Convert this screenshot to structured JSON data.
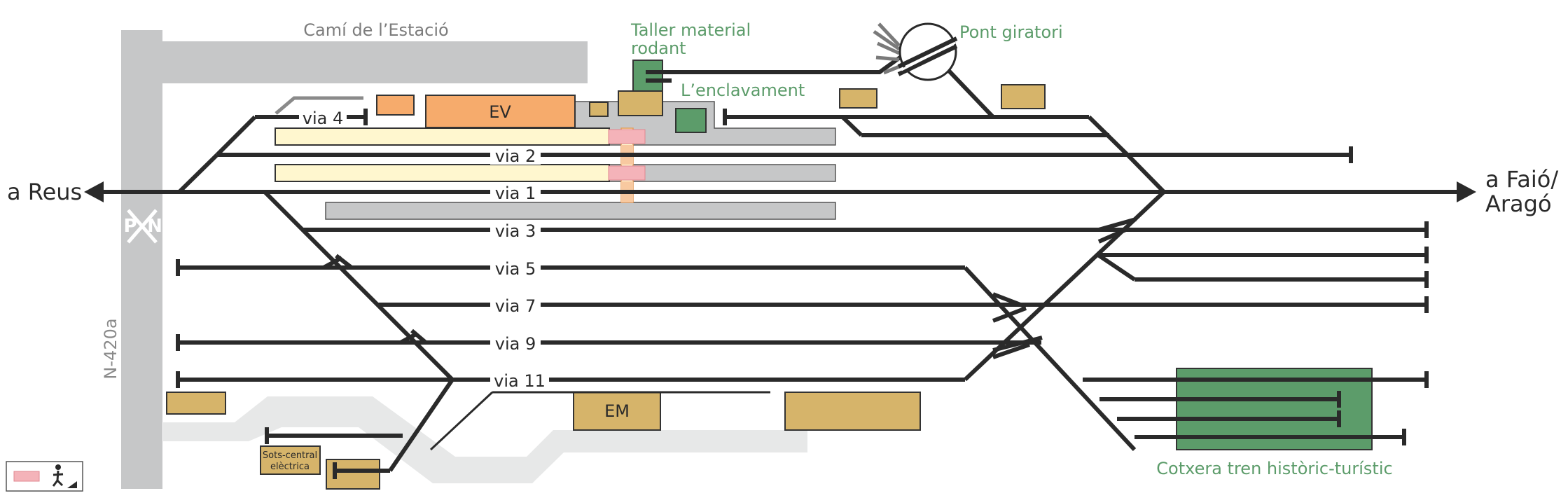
{
  "labels": {
    "cami": "Camí de l’Estació",
    "taller_line1": "Taller material",
    "taller_line2": "rodant",
    "pont": "Pont giratori",
    "enclavament": "L’enclavament",
    "ev": "EV",
    "em": "EM",
    "reus": "a Reus",
    "faio_line1": "a Faió/",
    "faio_line2": "Aragó",
    "road": "N-420a",
    "pn_p": "P",
    "pn_n": "N",
    "sots_line1": "Sots-central",
    "sots_line2": "elèctrica",
    "cotxera": "Cotxera tren històric-turístic"
  },
  "tracks": {
    "via4": "via 4",
    "via2": "via 2",
    "via1": "via 1",
    "via3": "via 3",
    "via5": "via 5",
    "via7": "via 7",
    "via9": "via 9",
    "via11": "via 11"
  },
  "colors": {
    "track": "#2a2a2a",
    "road": "#c6c7c8",
    "road_light": "#e7e8e8",
    "platform": "#fff7cf",
    "platform_grey": "#c6c7c8",
    "building_tan": "#d6b46a",
    "building_orange": "#f6ab6c",
    "building_green": "#5c9c6a",
    "label_green": "#5c9c6a",
    "crossing_pink": "#f4b3b9"
  },
  "legend": {
    "icons": [
      "pedestrian-crossing-icon",
      "pedestrian-icon"
    ]
  }
}
